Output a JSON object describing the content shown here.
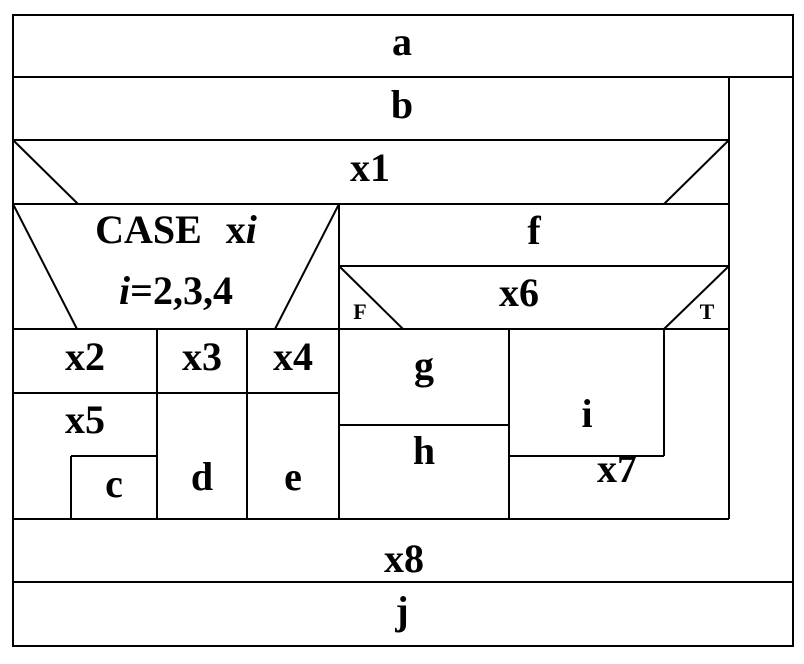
{
  "diagram": {
    "blocks": {
      "a": "a",
      "b": "b",
      "x1": "x1",
      "f": "f",
      "x6": "x6",
      "F": "F",
      "T": "T",
      "x2": "x2",
      "x3": "x3",
      "x4": "x4",
      "x5": "x5",
      "c": "c",
      "d": "d",
      "e": "e",
      "g": "g",
      "h": "h",
      "i": "i",
      "x7": "x7",
      "x8": "x8",
      "j": "j"
    },
    "case": {
      "line1_word": "CASE",
      "line1_var": "x",
      "line1_var_italic": "i",
      "line2_var_italic": "i",
      "line2_rest": "=2,3,4"
    }
  }
}
